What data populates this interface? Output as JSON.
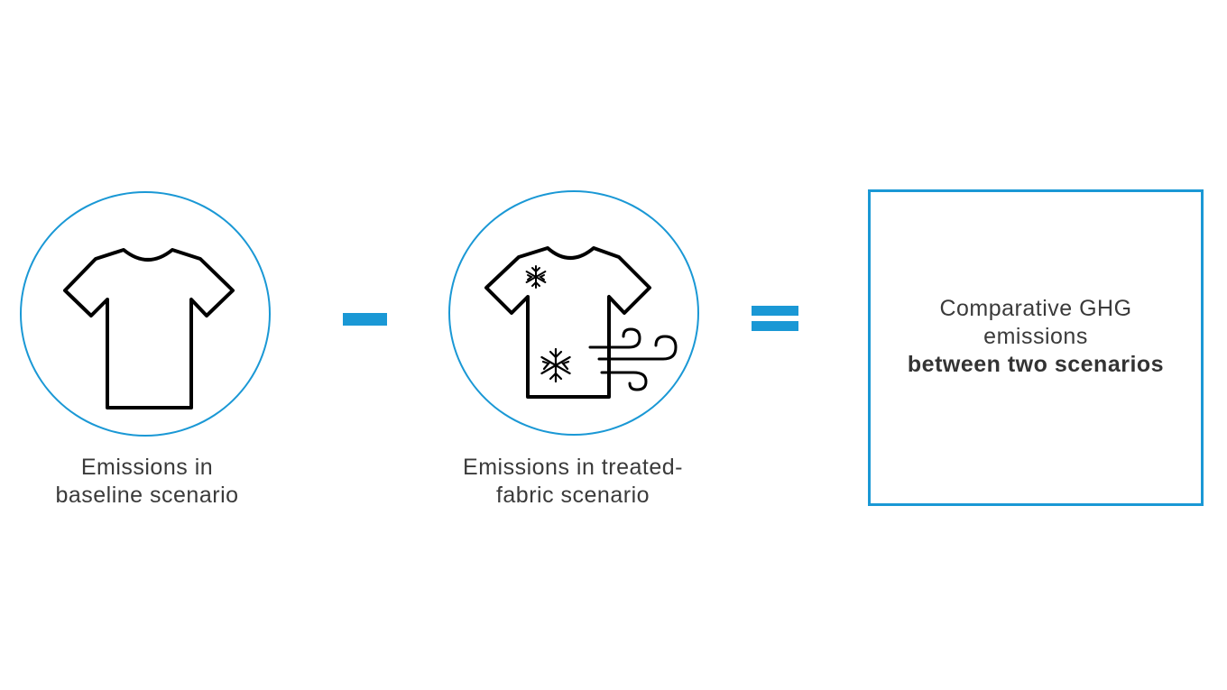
{
  "baseline": {
    "caption_line1": "Emissions in",
    "caption_line2": "baseline scenario"
  },
  "treated": {
    "caption_line1": "Emissions in treated-",
    "caption_line2": "fabric scenario"
  },
  "operators": {
    "minus": "minus-sign",
    "equals": "equals-sign"
  },
  "result": {
    "line1": "Comparative GHG",
    "line2": "emissions",
    "line3": "between two scenarios"
  },
  "icons": {
    "baseline": "t-shirt-icon",
    "treated": "t-shirt-with-snowflakes-and-wind-icon"
  },
  "colors": {
    "accent": "#1a98d5",
    "text": "#3a3a3a",
    "icon_stroke": "#000000"
  }
}
